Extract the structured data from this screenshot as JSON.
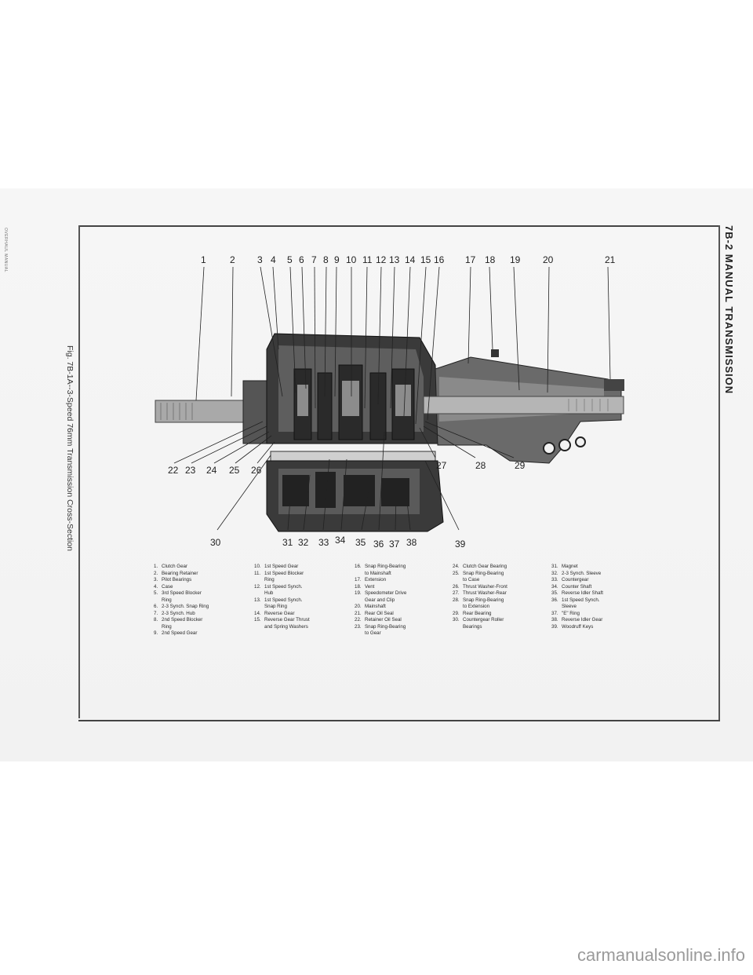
{
  "page": {
    "header": "7B-2  MANUAL TRANSMISSION",
    "caption": "Fig. 7B-1A--3-Speed 76mm Transmission Cross-Section",
    "side_mark": "OVERHAUL MANUAL",
    "watermark": "carmanualsonline.info"
  },
  "callouts": {
    "top": [
      "1",
      "2",
      "3",
      "4",
      "5",
      "6",
      "7",
      "8",
      "9",
      "10",
      "11",
      "12",
      "13",
      "14",
      "15",
      "16",
      "17",
      "18",
      "19",
      "20",
      "21"
    ],
    "mid_left": [
      "22",
      "23",
      "24",
      "25",
      "26"
    ],
    "mid_right": [
      "27",
      "28",
      "29"
    ],
    "bottom": [
      "30",
      "31",
      "32",
      "33",
      "34",
      "35",
      "36",
      "37",
      "38",
      "39"
    ]
  },
  "legend": {
    "col1": [
      {
        "n": "1.",
        "t": "Clutch Gear"
      },
      {
        "n": "2.",
        "t": "Bearing Retainer"
      },
      {
        "n": "3.",
        "t": "Pilot Bearings"
      },
      {
        "n": "4.",
        "t": "Case"
      },
      {
        "n": "5.",
        "t": "3rd Speed Blocker\nRing"
      },
      {
        "n": "6.",
        "t": "2-3 Synch. Snap Ring"
      },
      {
        "n": "7.",
        "t": "2-3 Synch. Hub"
      },
      {
        "n": "8.",
        "t": "2nd Speed Blocker\nRing"
      },
      {
        "n": "9.",
        "t": "2nd Speed Gear"
      }
    ],
    "col2": [
      {
        "n": "10.",
        "t": "1st Speed Gear"
      },
      {
        "n": "11.",
        "t": "1st Speed Blocker\nRing"
      },
      {
        "n": "12.",
        "t": "1st Speed Synch.\nHub"
      },
      {
        "n": "13.",
        "t": "1st Speed Synch.\nSnap Ring"
      },
      {
        "n": "14.",
        "t": "Reverse Gear"
      },
      {
        "n": "15.",
        "t": "Reverse Gear Thrust\nand Spring Washers"
      }
    ],
    "col3": [
      {
        "n": "16.",
        "t": "Snap Ring-Bearing\nto Mainshaft"
      },
      {
        "n": "17.",
        "t": "Extension"
      },
      {
        "n": "18.",
        "t": "Vent"
      },
      {
        "n": "19.",
        "t": "Speedometer Drive\nGear and Clip"
      },
      {
        "n": "20.",
        "t": "Mainshaft"
      },
      {
        "n": "21.",
        "t": "Rear Oil Seal"
      },
      {
        "n": "22.",
        "t": "Retainer Oil Seal"
      },
      {
        "n": "23.",
        "t": "Snap Ring-Bearing\nto Gear"
      }
    ],
    "col4": [
      {
        "n": "24.",
        "t": "Clutch Gear Bearing"
      },
      {
        "n": "25.",
        "t": "Snap Ring-Bearing\nto Case"
      },
      {
        "n": "26.",
        "t": "Thrust Washer-Front"
      },
      {
        "n": "27.",
        "t": "Thrust Washer-Rear"
      },
      {
        "n": "28.",
        "t": "Snap Ring-Bearing\nto Extension"
      },
      {
        "n": "29.",
        "t": "Rear Bearing"
      },
      {
        "n": "30.",
        "t": "Countergear Roller\nBearings"
      }
    ],
    "col5": [
      {
        "n": "31.",
        "t": "Magnet"
      },
      {
        "n": "32.",
        "t": "2-3 Synch. Sleeve"
      },
      {
        "n": "33.",
        "t": "Countergear"
      },
      {
        "n": "34.",
        "t": "Counter Shaft"
      },
      {
        "n": "35.",
        "t": "Reverse Idler Shaft"
      },
      {
        "n": "36.",
        "t": "1st Speed Synch.\nSleeve"
      },
      {
        "n": "37.",
        "t": "\"E\" Ring"
      },
      {
        "n": "38.",
        "t": "Reverse Idler Gear"
      },
      {
        "n": "39.",
        "t": "Woodruff Keys"
      }
    ]
  }
}
